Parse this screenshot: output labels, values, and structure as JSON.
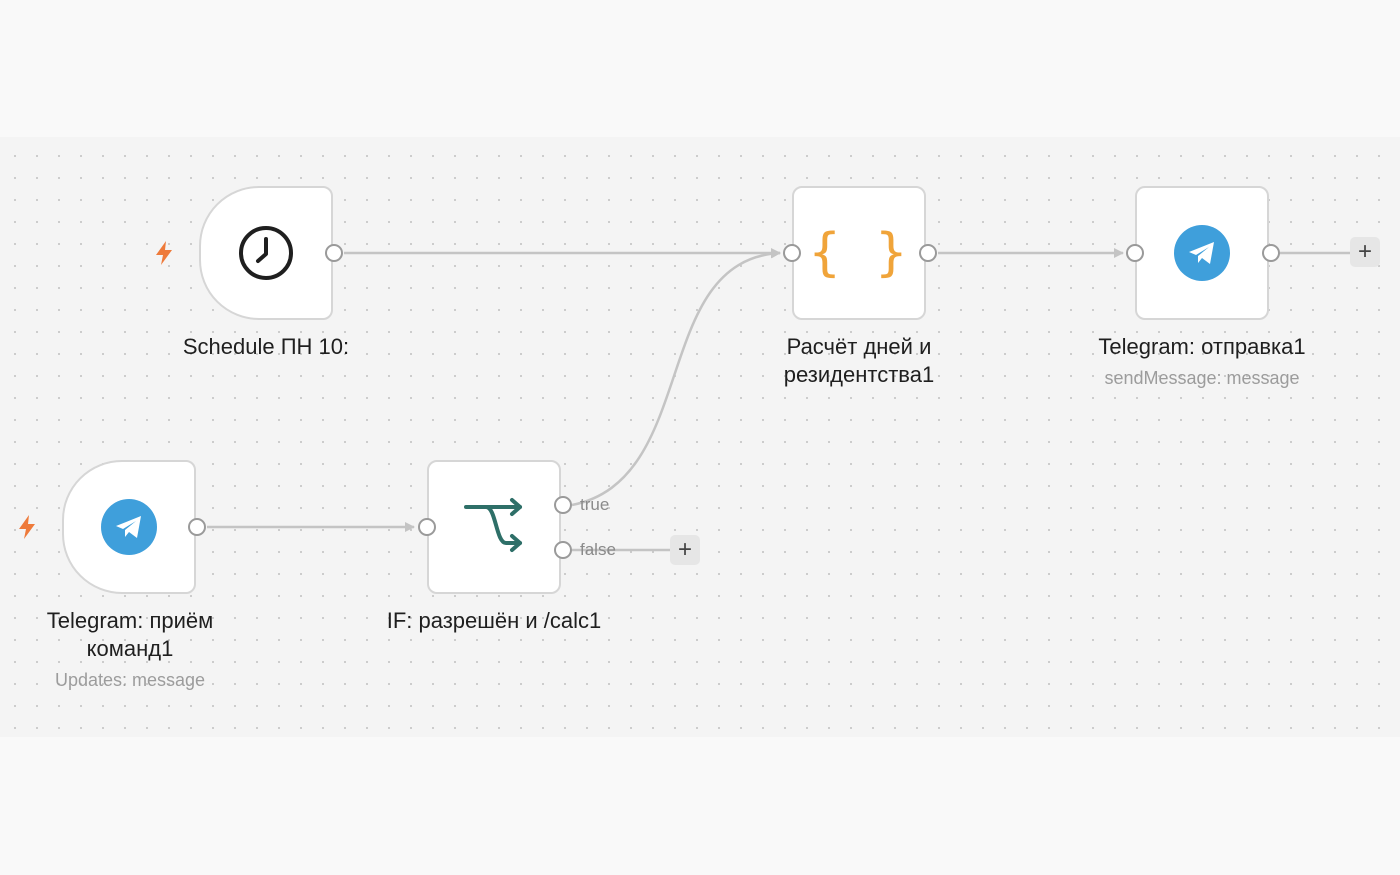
{
  "workflow": {
    "nodes": {
      "schedule": {
        "label": "Schedule ПН 10:",
        "icon": "clock-icon"
      },
      "code": {
        "label_line1": "Расчёт дней и",
        "label_line2": "резидентства1",
        "icon": "code-braces-icon",
        "icon_text": "{ }"
      },
      "tg_send": {
        "label": "Telegram: отправка1",
        "sublabel": "sendMessage: message",
        "icon": "telegram-icon"
      },
      "tg_trigger": {
        "label_line1": "Telegram: приём",
        "label_line2": "команд1",
        "sublabel": "Updates: message",
        "icon": "telegram-icon"
      },
      "if": {
        "label": "IF: разрешён и /calc1",
        "icon": "branch-icon",
        "true_label": "true",
        "false_label": "false"
      }
    },
    "add_label": "+"
  },
  "colors": {
    "canvas_bg": "#f4f4f4",
    "edge": "#c4c4c4",
    "trigger_bolt": "#ee7a3a",
    "code_braces": "#f0a43a",
    "telegram": "#3f9fdb",
    "if_icon": "#2e6f68"
  }
}
